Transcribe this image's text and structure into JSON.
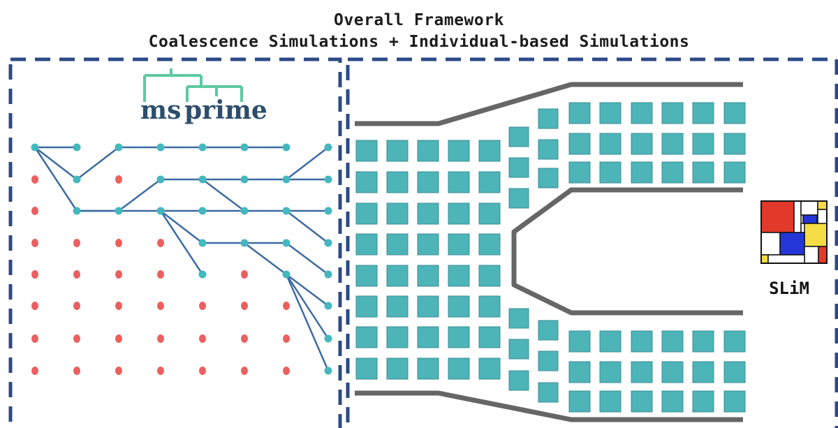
{
  "title": {
    "line1": "Overall Framework",
    "line2": "Coalescence Simulations + Individual-based Simulations"
  },
  "logos": {
    "msprime_part1": "ms",
    "msprime_part2": "prime",
    "slim": "SLiM"
  },
  "colors": {
    "frame": "#2c4a86",
    "tree_edge": "#3d6aa2",
    "lineage_node": "#43b8bf",
    "empty_node": "#ec5f5f",
    "individual": "#4db4b8",
    "individual_border": "#3b8e96",
    "barrier": "#666666",
    "msprime_tree": "#5dc9a0",
    "slim_red": "#e23a2a",
    "slim_blue": "#2436d8",
    "slim_yellow": "#f5dd45"
  },
  "coalescence_panel": {
    "generations": 8,
    "sample_rows": 8
  },
  "individual_panel": {
    "ancestral_population": {
      "columns": 5,
      "rows": 8
    },
    "daughter_population_upper": {
      "columns": 6,
      "rows": 3
    },
    "daughter_population_lower": {
      "columns": 6,
      "rows": 3
    }
  }
}
